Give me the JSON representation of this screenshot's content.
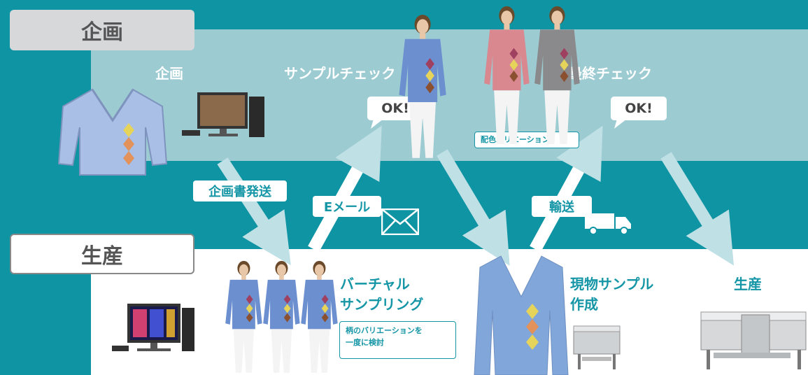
{
  "sections": {
    "plan_label": "企画",
    "production_label": "生産"
  },
  "steps": {
    "plan": "企画",
    "sample_check": "サンプルチェック",
    "final_check": "最終チェック",
    "virtual_sampling_line1": "バーチャル",
    "virtual_sampling_line2": "サンプリング",
    "physical_sample_line1": "現物サンプル",
    "physical_sample_line2": "作成",
    "production": "生産"
  },
  "bubbles": {
    "ok1": "OK!",
    "ok2": "OK!"
  },
  "flow_tags": {
    "send_plan": "企画書発送",
    "email": "Eメール",
    "transport": "輸送"
  },
  "notes": {
    "color_variation": "配色バリエーション",
    "pattern_variation_line1": "柄のバリエーションを",
    "pattern_variation_line2": "一度に検討"
  },
  "colors": {
    "teal": "#0e94a3",
    "light_band": "#9ccbd2",
    "arrow": "#bfe0e5",
    "sweater_blue": "#7f9fd0"
  }
}
